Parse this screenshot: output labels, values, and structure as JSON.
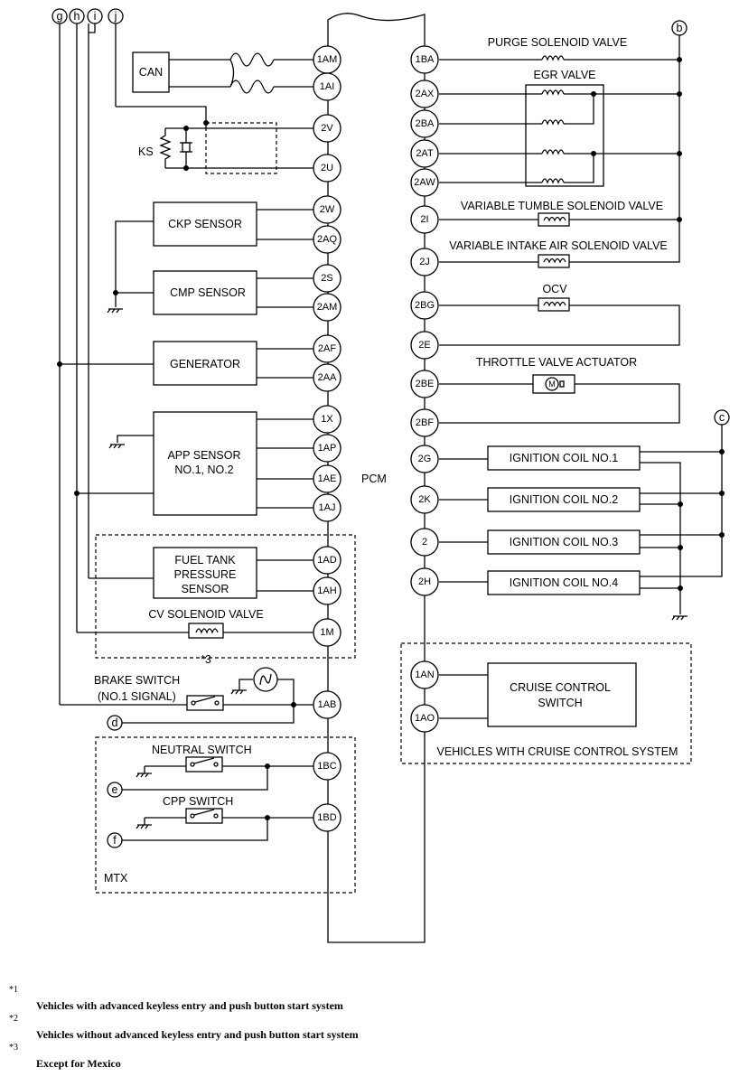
{
  "pcm_label": "PCM",
  "connectors": [
    "g",
    "h",
    "i",
    "j",
    "b",
    "c",
    "d",
    "e",
    "f"
  ],
  "left_pins": [
    "1AM",
    "1AI",
    "2V",
    "2U",
    "2W",
    "2AQ",
    "2S",
    "2AM",
    "2AF",
    "2AA",
    "1X",
    "1AP",
    "1AE",
    "1AJ",
    "1AD",
    "1AH",
    "1M",
    "1AB",
    "1BC",
    "1BD"
  ],
  "right_pins": [
    "1BA",
    "2AX",
    "2BA",
    "2AT",
    "2AW",
    "2I",
    "2J",
    "2BG",
    "2E",
    "2BE",
    "2BF",
    "2G",
    "2K",
    "2",
    "2H",
    "1AN",
    "1AO"
  ],
  "left_components": {
    "can": "CAN",
    "ks": "KS",
    "ckp": "CKP SENSOR",
    "cmp": "CMP SENSOR",
    "generator": "GENERATOR",
    "app_line1": "APP SENSOR",
    "app_line2": "NO.1, NO.2",
    "ftp_line1": "FUEL TANK",
    "ftp_line2": "PRESSURE",
    "ftp_line3": "SENSOR",
    "cv": "CV SOLENOID VALVE",
    "brake_line1": "BRAKE  SWITCH",
    "brake_line2": "(NO.1 SIGNAL)",
    "neutral": "NEUTRAL  SWITCH",
    "cpp": "CPP  SWITCH",
    "mtx": "MTX",
    "note3": "*3"
  },
  "right_components": {
    "purge": "PURGE SOLENOID VALVE",
    "egr": "EGR VALVE",
    "vts": "VARIABLE TUMBLE SOLENOID VALVE",
    "vis": "VARIABLE INTAKE AIR SOLENOID VALVE",
    "ocv": "OCV",
    "throttle": "THROTTLE VALVE ACTUATOR",
    "motor": "M",
    "ign1": "IGNITION COIL NO.1",
    "ign2": "IGNITION COIL NO.2",
    "ign3": "IGNITION COIL NO.3",
    "ign4": "IGNITION COIL NO.4",
    "cruise_line1": "CRUISE CONTROL",
    "cruise_line2": "SWITCH",
    "cruise_note": "VEHICLES WITH CRUISE CONTROL SYSTEM"
  },
  "footnotes": [
    {
      "mark": "*1",
      "text": "Vehicles with advanced keyless entry and push button start system"
    },
    {
      "mark": "*2",
      "text": "Vehicles without advanced keyless entry and push button start system"
    },
    {
      "mark": "*3",
      "text": "Except for Mexico"
    }
  ]
}
